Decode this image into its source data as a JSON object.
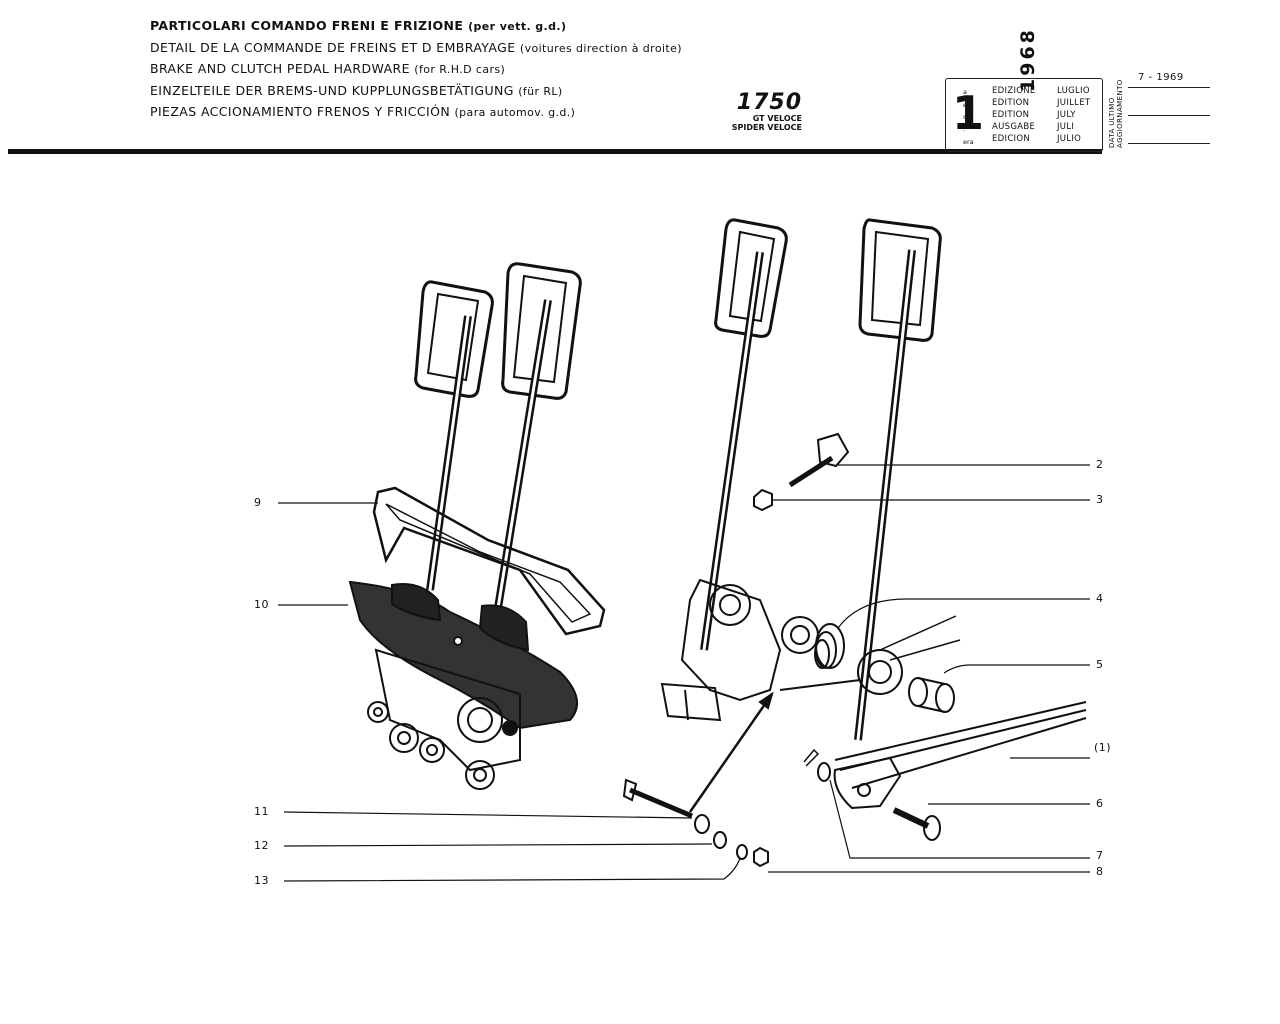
{
  "header": {
    "lines": [
      {
        "main": "PARTICOLARI COMANDO FRENI E FRIZIONE",
        "note": "(per vett. g.d.)"
      },
      {
        "main": "DETAIL DE LA COMMANDE DE FREINS ET D EMBRAYAGE",
        "note": "(voitures direction à droite)"
      },
      {
        "main": "BRAKE AND CLUTCH PEDAL HARDWARE",
        "note": "(for R.H.D cars)"
      },
      {
        "main": "EINZELTEILE DER BREMS-UND KUPPLUNGSBETÄTIGUNG",
        "note": "(für RL)"
      },
      {
        "main": "PIEZAS ACCIONAMIENTO FRENOS Y FRICCIÓN",
        "note": "(para automov. g.d.)"
      }
    ],
    "model": {
      "number": "1750",
      "variant1": "GT VELOCE",
      "variant2": "SPIDER VELOCE"
    }
  },
  "edition": {
    "number": "1",
    "suffixes": [
      "a",
      "ere",
      "st",
      ".",
      "era"
    ],
    "labels": [
      "EDIZIONE",
      "EDITION",
      "EDITION",
      "AUSGABE",
      "EDICION"
    ],
    "year": "1968",
    "months": [
      "LUGLIO",
      "JUILLET",
      "JULY",
      "JULI",
      "JULIO"
    ]
  },
  "update": {
    "label_line1": "DATA ULTIMO",
    "label_line2": "AGGIORNAMENTO",
    "date": "7 - 1969"
  },
  "callouts": {
    "c2": "2",
    "c3": "3",
    "c4": "4",
    "c5": "5",
    "c1": "(1)",
    "c6": "6",
    "c7": "7",
    "c8": "8",
    "c9": "9",
    "c10": "10",
    "c11": "11",
    "c12": "12",
    "c13": "13"
  }
}
